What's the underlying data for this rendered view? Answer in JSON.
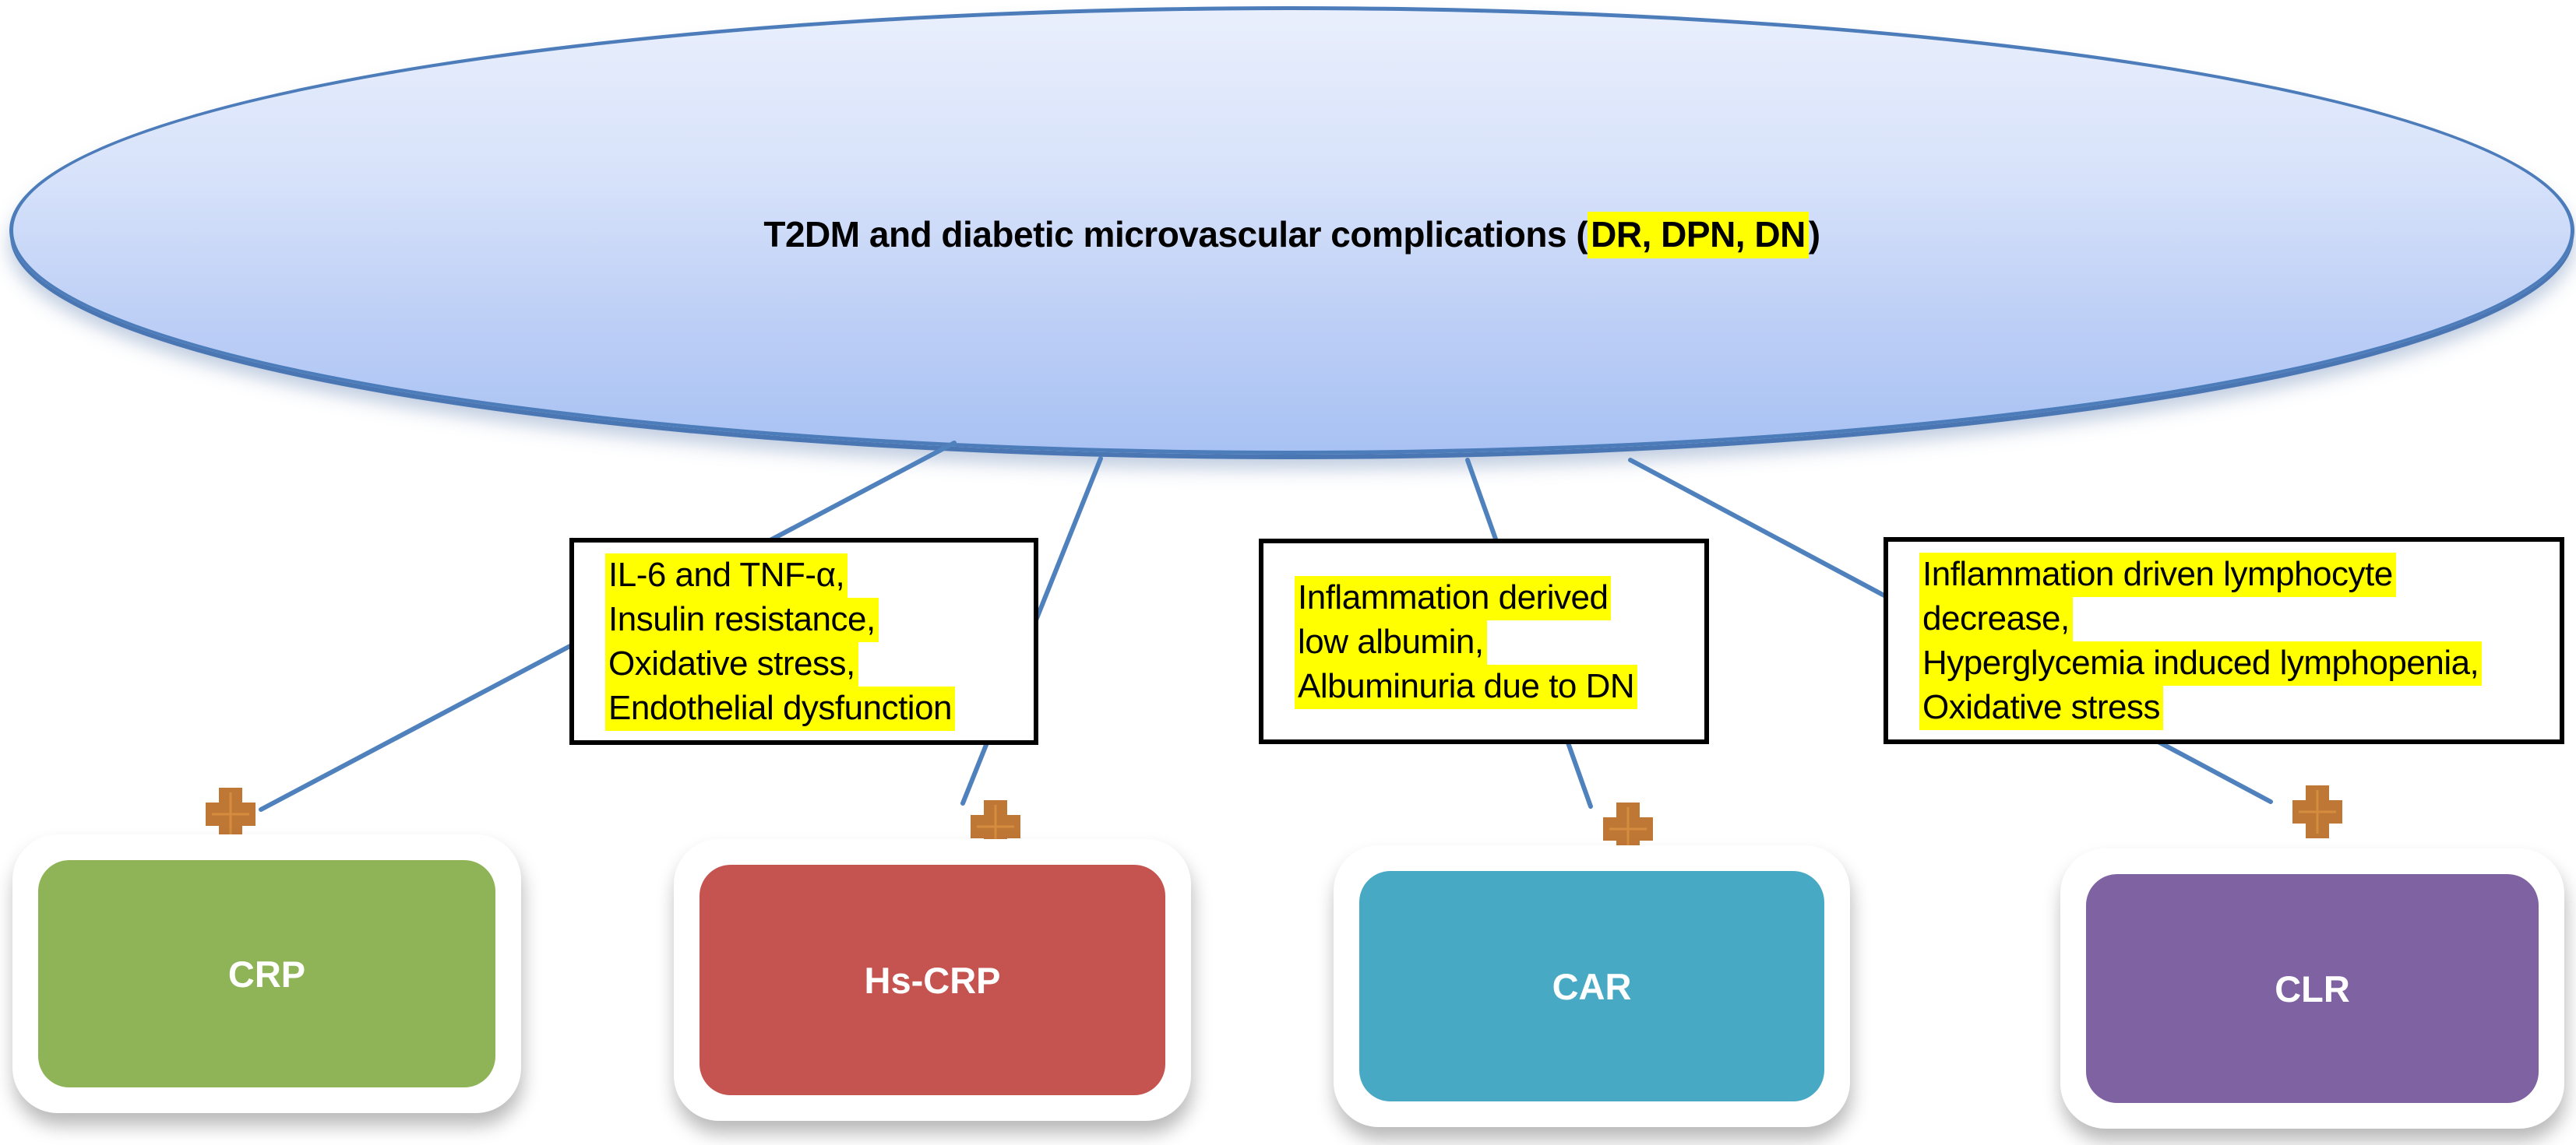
{
  "figure": {
    "title": {
      "prefix": "T2DM and diabetic microvascular complications (",
      "highlight": "DR, DPN, DN",
      "suffix": ")"
    }
  },
  "note_boxes": [
    {
      "lines": [
        "IL-6 and TNF-α,",
        "Insulin resistance,",
        "Oxidative stress,",
        "Endothelial dysfunction"
      ]
    },
    {
      "lines": [
        "Inflammation derived",
        "low albumin,",
        "Albuminuria due to DN"
      ]
    },
    {
      "lines": [
        "Inflammation driven lymphocyte",
        "decrease,",
        "Hyperglycemia induced lymphopenia,",
        "Oxidative stress"
      ]
    }
  ],
  "markers": [
    {
      "label": "CRP",
      "color": "#8fb457"
    },
    {
      "label": "Hs-CRP",
      "color": "#c5534f"
    },
    {
      "label": "CAR",
      "color": "#47a9c4"
    },
    {
      "label": "CLR",
      "color": "#7e62a1"
    }
  ],
  "colors": {
    "connector": "#4f81bd",
    "highlight": "#ffff00",
    "ellipse_border": "#4c7cba",
    "plus_fill": "#bf7736",
    "plus_inner_cross": "#d98f3f",
    "plus_edge": "#dfae76"
  }
}
